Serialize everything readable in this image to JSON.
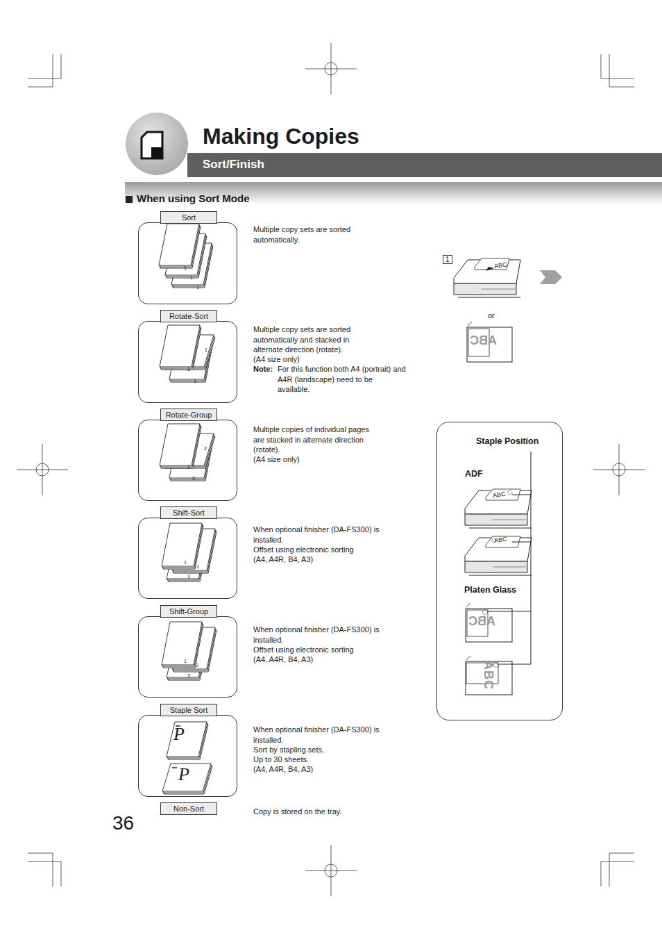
{
  "diagram": {
    "title": "Making Copies",
    "nodes": [
      {
        "text": [
          "Sort/Finish"
        ]
      },
      {
        "text": [
          "Sort"
        ]
      },
      {
        "text": [
          "Rotate-Sort"
        ]
      },
      {
        "text": [
          "Rotate-Group"
        ]
      },
      {
        "text": [
          "Shift-Sort"
        ]
      },
      {
        "text": [
          "Shift-Group"
        ]
      },
      {
        "text": [
          "Staple Sort"
        ]
      },
      {
        "text": [
          "Non-Sort"
        ]
      },
      {
        "text": [
          "Staple Position"
        ]
      }
    ],
    "labels": [
      "When using Sort Mode",
      "Multiple copy sets are sorted automatically.",
      "Multiple copy sets are sorted automatically and stacked in alternate direction (rotate).",
      "(A4 size only)",
      "Note:",
      "For this function both A4 (portrait) and A4R (landscape) need to be available.",
      "Multiple copies of individual pages are stacked in alternate direction (rotate).",
      "(A4 size only)",
      "When optional finisher (DA-FS300) is installed.",
      "Offset using electronic sorting",
      "(A4, A4R, B4, A3)",
      "When optional finisher (DA-FS300) is installed.",
      "Offset using electronic sorting",
      "(A4, A4R, B4, A3)",
      "When optional finisher (DA-FS300) is installed.",
      "Sort by stapling sets.",
      "Up to 30 sheets.",
      "(A4, A4R, B4, A3)",
      "Copy is stored on the tray.",
      "36",
      "1",
      "or",
      "ABC",
      "ABC",
      "ADF",
      "Platen Glass",
      "ABC",
      "ABC",
      "ABC",
      "ABC",
      "P",
      "P",
      "1",
      "1",
      "1",
      "1",
      "1",
      "1",
      "2",
      "1",
      "3",
      "1",
      "1",
      "1",
      "1",
      "2",
      "3"
    ]
  }
}
